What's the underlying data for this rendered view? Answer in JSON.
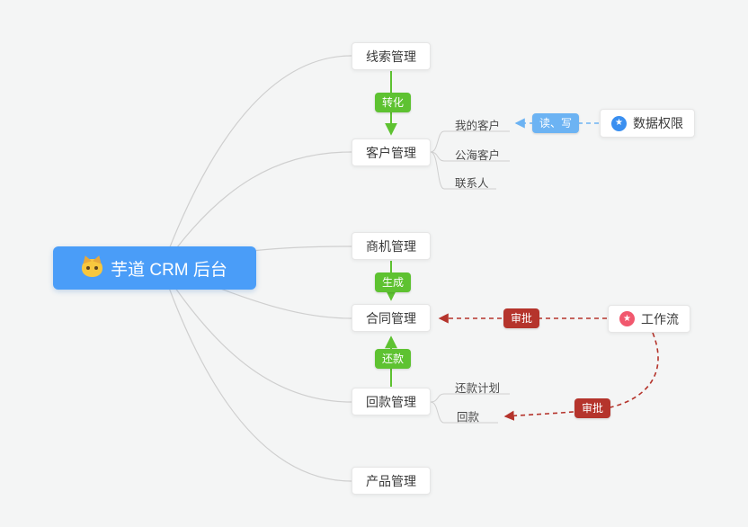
{
  "root": {
    "label": "芋道 CRM 后台"
  },
  "modules": {
    "clue": {
      "label": "线索管理"
    },
    "customer": {
      "label": "客户管理"
    },
    "business": {
      "label": "商机管理"
    },
    "contract": {
      "label": "合同管理"
    },
    "receivable": {
      "label": "回款管理"
    },
    "product": {
      "label": "产品管理"
    }
  },
  "children": {
    "my_customers": {
      "label": "我的客户"
    },
    "public_customers": {
      "label": "公海客户"
    },
    "contacts": {
      "label": "联系人"
    },
    "repayment_plan": {
      "label": "还款计划"
    },
    "payment": {
      "label": "回款"
    }
  },
  "edge_badges": {
    "convert": {
      "label": "转化"
    },
    "generate": {
      "label": "生成"
    },
    "repay": {
      "label": "还款"
    },
    "read_write": {
      "label": "读、写"
    },
    "approve_contract": {
      "label": "审批"
    },
    "approve_payment": {
      "label": "审批"
    }
  },
  "side_nodes": {
    "data_permission": {
      "label": "数据权限",
      "icon_glyph": "★"
    },
    "workflow": {
      "label": "工作流",
      "icon_glyph": "★"
    }
  },
  "colors": {
    "root_bg": "#4a9df8",
    "edge_green": "#5ec231",
    "edge_light_blue": "#6cb3f3",
    "edge_dark_red": "#b5342c",
    "permission_icon": "#3a8ff0",
    "workflow_icon": "#f1586e",
    "connector_gray": "#cfcfcf"
  }
}
